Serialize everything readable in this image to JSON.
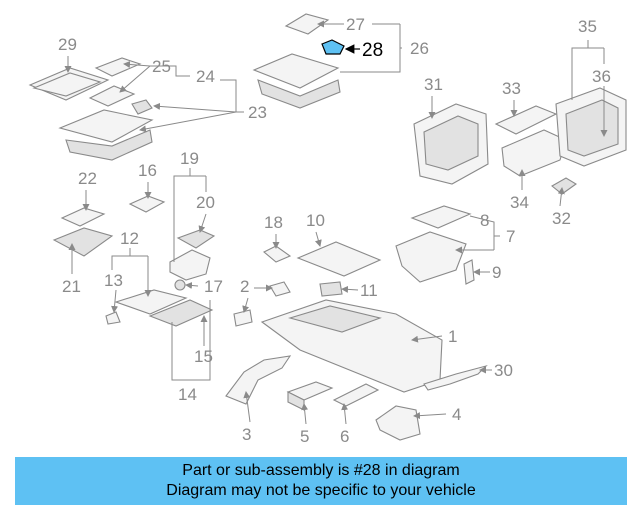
{
  "callouts": {
    "c1": "1",
    "c2": "2",
    "c3": "3",
    "c4": "4",
    "c5": "5",
    "c6": "6",
    "c7": "7",
    "c8": "8",
    "c9": "9",
    "c10": "10",
    "c11": "11",
    "c12": "12",
    "c13": "13",
    "c14": "14",
    "c15": "15",
    "c16": "16",
    "c17": "17",
    "c18": "18",
    "c19": "19",
    "c20": "20",
    "c21": "21",
    "c22": "22",
    "c23": "23",
    "c24": "24",
    "c25": "25",
    "c26": "26",
    "c27": "27",
    "c28": "28",
    "c29": "29",
    "c30": "30",
    "c31": "31",
    "c32": "32",
    "c33": "33",
    "c34": "34",
    "c35": "35",
    "c36": "36"
  },
  "highlight": {
    "part_number": "28",
    "color": "#5ec1f3"
  },
  "banner": {
    "line1": "Part or sub-assembly is #28 in diagram",
    "line2": "Diagram may not be specific to your vehicle",
    "background": "#5ec1f3"
  }
}
